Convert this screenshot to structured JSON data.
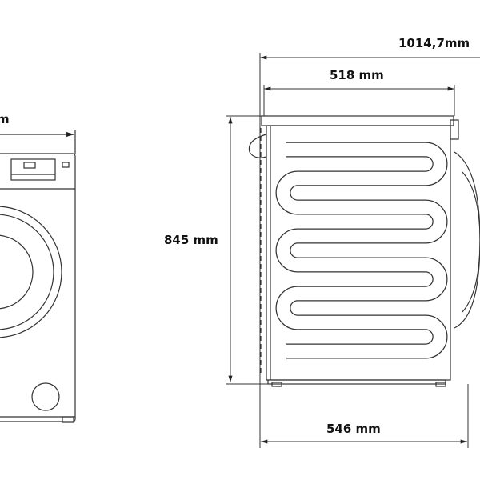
{
  "dimensions": {
    "front_width_partial": "m",
    "total_depth": "1014,7mm",
    "body_depth": "518 mm",
    "height": "845 mm",
    "base_depth": "546 mm"
  },
  "colors": {
    "line": "#333333",
    "text": "#111111",
    "background": "#ffffff"
  }
}
